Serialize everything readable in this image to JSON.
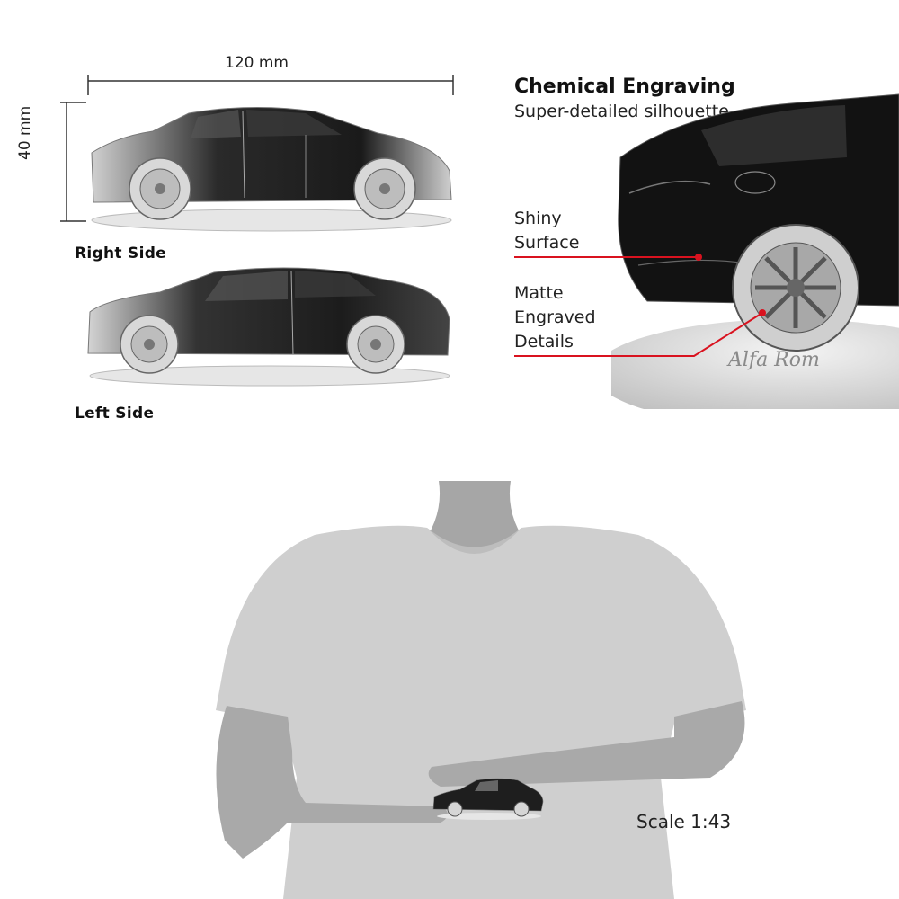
{
  "dimensions": {
    "width_label": "120 mm",
    "height_label": "40 mm"
  },
  "views": {
    "right_side_label": "Right Side",
    "left_side_label": "Left Side"
  },
  "engraving": {
    "title": "Chemical Engraving",
    "subtitle": "Super-detailed silhouette",
    "callouts": [
      {
        "lines": [
          "Shiny",
          "Surface"
        ]
      },
      {
        "lines": [
          "Matte",
          "Engraved",
          "Details"
        ]
      }
    ],
    "base_script": "Alfa Rom"
  },
  "scale": {
    "label": "Scale 1:43"
  },
  "colors": {
    "callout_line": "#d9121f",
    "car_body": "#141414",
    "silhouette": "#cfcfcf",
    "arm": "#a9a9a9"
  }
}
